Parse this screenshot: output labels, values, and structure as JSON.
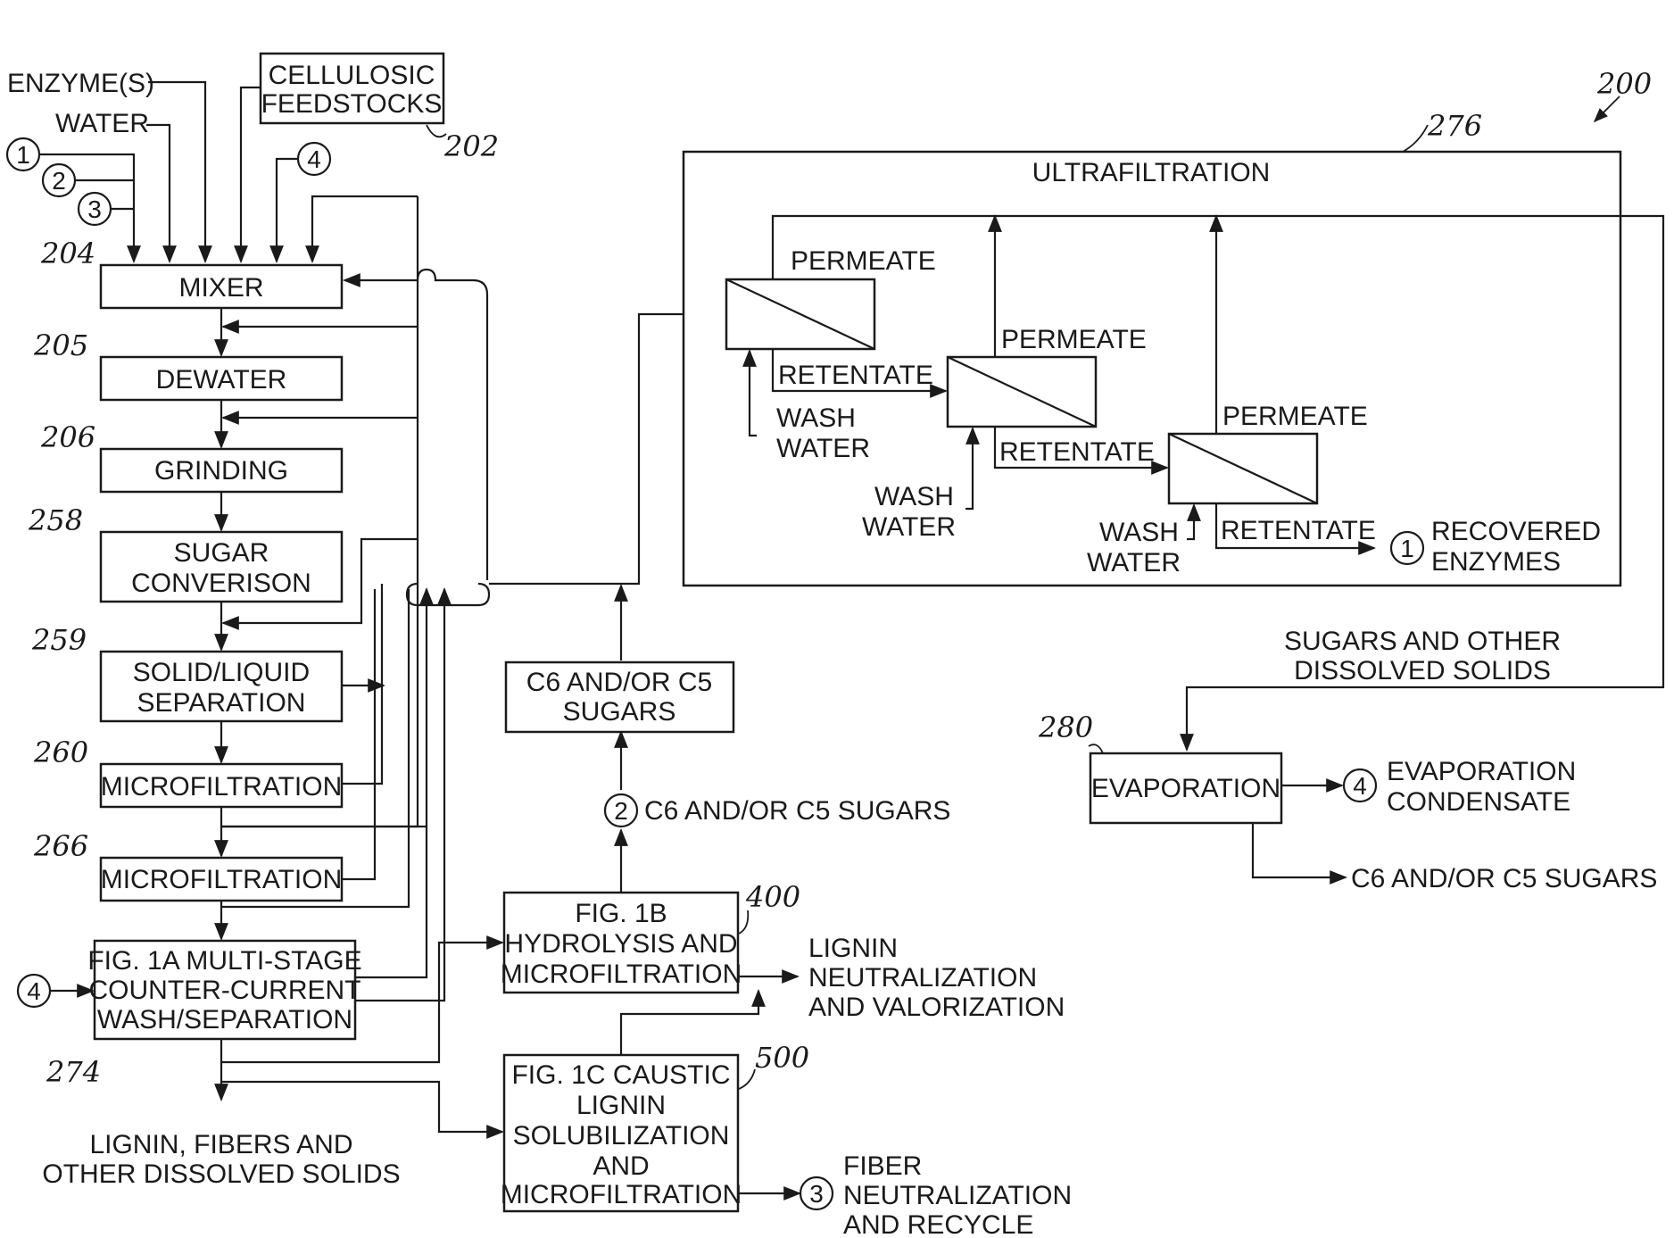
{
  "figure_number": "200",
  "inputs": {
    "enzymes": "ENZYME(S)",
    "water": "WATER",
    "feedstocks_line1": "CELLULOSIC",
    "feedstocks_line2": "FEEDSTOCKS",
    "feedstocks_ref": "202"
  },
  "connectors": {
    "c1": "1",
    "c2": "2",
    "c3": "3",
    "c4": "4"
  },
  "main_chain": [
    {
      "ref": "204",
      "lines": [
        "MIXER"
      ]
    },
    {
      "ref": "205",
      "lines": [
        "DEWATER"
      ]
    },
    {
      "ref": "206",
      "lines": [
        "GRINDING"
      ]
    },
    {
      "ref": "258",
      "lines": [
        "SUGAR",
        "CONVERISON"
      ]
    },
    {
      "ref": "259",
      "lines": [
        "SOLID/LIQUID",
        "SEPARATION"
      ]
    },
    {
      "ref": "260",
      "lines": [
        "MICROFILTRATION"
      ]
    },
    {
      "ref": "266",
      "lines": [
        "MICROFILTRATION"
      ]
    },
    {
      "ref": "274",
      "lines": [
        "FIG. 1A MULTI-STAGE",
        "COUNTER-CURRENT",
        "WASH/SEPARATION"
      ]
    }
  ],
  "wash_outputs": [
    "LIGNIN, FIBERS AND",
    "OTHER DISSOLVED SOLIDS"
  ],
  "hydrolysis": {
    "ref": "400",
    "lines": [
      "FIG. 1B",
      "HYDROLYSIS AND",
      "MICROFILTRATION"
    ]
  },
  "caustic": {
    "ref": "500",
    "lines": [
      "FIG. 1C CAUSTIC",
      "LIGNIN",
      "SOLUBILIZATION",
      "AND",
      "MICROFILTRATION"
    ]
  },
  "sugars_box": [
    "C6 AND/OR C5",
    "SUGARS"
  ],
  "sugars_label_2": "C6 AND/OR C5 SUGARS",
  "lignin_output": [
    "LIGNIN",
    "NEUTRALIZATION",
    "AND VALORIZATION"
  ],
  "fiber_output": [
    "FIBER",
    "NEUTRALIZATION",
    "AND RECYCLE"
  ],
  "ultrafiltration": {
    "ref": "276",
    "title": "ULTRAFILTRATION",
    "permeate": "PERMEATE",
    "retentate": "RETENTATE",
    "wash_water": [
      "WASH",
      "WATER"
    ],
    "recovered": [
      "RECOVERED",
      "ENZYMES"
    ]
  },
  "sugars_dissolved": [
    "SUGARS AND OTHER",
    "DISSOLVED SOLIDS"
  ],
  "evaporation": {
    "ref": "280",
    "label": "EVAPORATION",
    "condensate": [
      "EVAPORATION",
      "CONDENSATE"
    ],
    "sugars_out": "C6 AND/OR C5 SUGARS"
  },
  "colors": {
    "ink": "#1a1a1a",
    "paper": "#ffffff"
  }
}
